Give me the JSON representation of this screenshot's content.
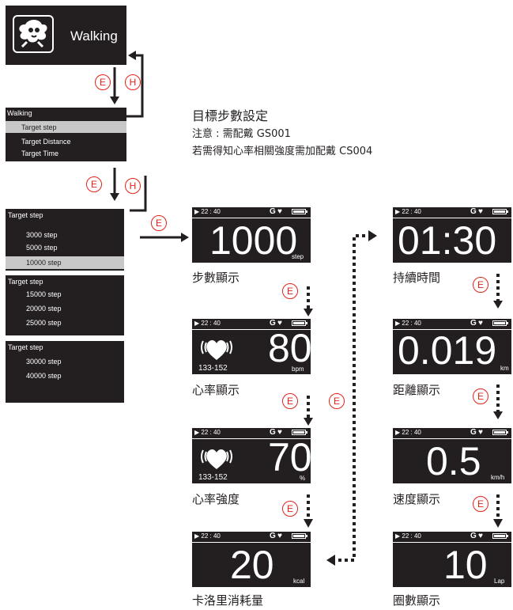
{
  "walking_screen": {
    "title": "Walking"
  },
  "buttons": {
    "enter": "E",
    "home": "H"
  },
  "walking_menu": {
    "title": "Walking",
    "items": [
      "Target step",
      "Target Distance",
      "Target Time"
    ]
  },
  "target_step_menu": {
    "page1": {
      "title": "Target step",
      "items": [
        "3000 step",
        "5000 step",
        "10000 step"
      ]
    },
    "page2": {
      "title": "Target step",
      "items": [
        "15000 step",
        "20000 step",
        "25000 step"
      ]
    },
    "page3": {
      "title": "Target step",
      "items": [
        "30000 step",
        "40000 step"
      ]
    }
  },
  "notes": {
    "heading": "目標步數設定",
    "line1": "注意 : 需配戴 GS001",
    "line2": "若需得知心率相關強度需加配戴 CS004"
  },
  "status_bar": {
    "time": "▶ 22 : 40",
    "time_alt": "▶ 22 : 40",
    "g": "G"
  },
  "screens": {
    "steps": {
      "value": "1000",
      "unit": "step",
      "caption": "步數顯示"
    },
    "heart_rate": {
      "value": "80",
      "unit": "bpm",
      "range": "133-152",
      "caption": "心率顯示"
    },
    "intensity": {
      "value": "70",
      "unit": "%",
      "range": "133-152",
      "caption": "心率強度"
    },
    "calories": {
      "value": "20",
      "unit": "kcal",
      "caption": "卡洛里消耗量"
    },
    "duration": {
      "value": "01:30",
      "unit": "",
      "caption": "持續時間"
    },
    "distance": {
      "value": "0.019",
      "unit": "km",
      "caption": "距離顯示"
    },
    "speed": {
      "value": "0.5",
      "unit": "km/h",
      "caption": "速度顯示"
    },
    "laps": {
      "value": "10",
      "unit": "Lap",
      "caption": "圈數顯示"
    }
  },
  "colors": {
    "screen": "#231f20",
    "accent_red": "#e2231a",
    "selected_row": "#c8c8c8"
  }
}
